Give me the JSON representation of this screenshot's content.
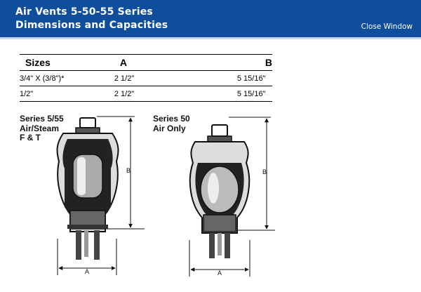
{
  "header": {
    "title_line1": "Air Vents 5-50-55 Series",
    "title_line2": "Dimensions and Capacities",
    "close_label": "Close Window",
    "bg_color": "#0e4e9c"
  },
  "table": {
    "headers": [
      "Sizes",
      "A",
      "B"
    ],
    "rows": [
      [
        "3/4\" X (3/8\")*",
        "2 1/2\"",
        "5 15/16\""
      ],
      [
        "1/2\"",
        "2 1/2\"",
        "5 15/16\""
      ]
    ]
  },
  "figures": {
    "left": {
      "label_lines": [
        "Series 5/55",
        "Air/Steam",
        "F & T"
      ],
      "dim_a": "A",
      "dim_b": "B"
    },
    "right": {
      "label_lines": [
        "Series 50",
        "Air Only"
      ],
      "dim_a": "A",
      "dim_b": "B"
    }
  }
}
